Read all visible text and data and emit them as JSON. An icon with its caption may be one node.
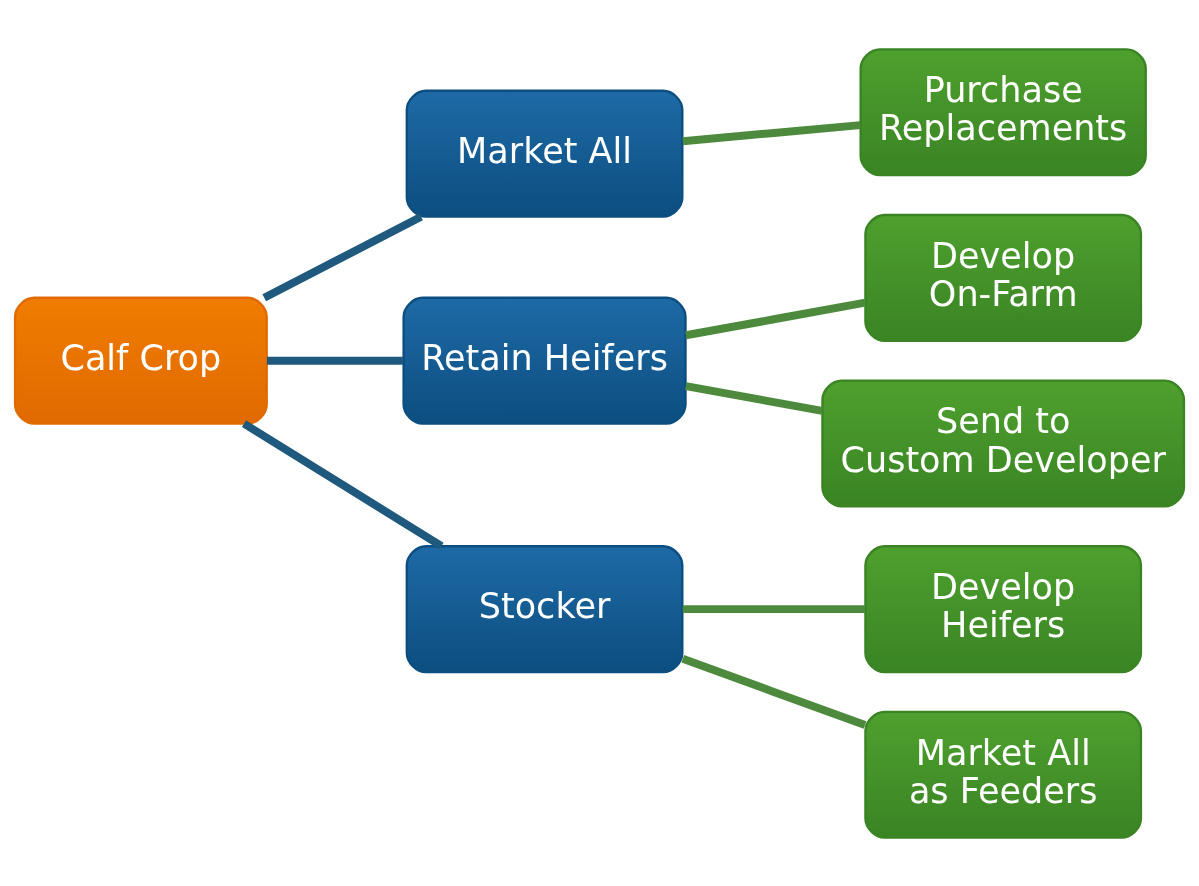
{
  "diagram": {
    "nodes": [
      {
        "text": [
          "Calf Crop"
        ]
      },
      {
        "text": [
          "Market All"
        ]
      },
      {
        "text": [
          "Retain Heifers"
        ]
      },
      {
        "text": [
          "Stocker"
        ]
      },
      {
        "text": [
          "Purchase Replacements"
        ]
      },
      {
        "text": [
          "Develop On-Farm"
        ]
      },
      {
        "text": [
          "Send to Custom Developer"
        ]
      },
      {
        "text": [
          "Develop Heifers"
        ]
      },
      {
        "text": [
          "Market All as Feeders"
        ]
      }
    ],
    "edges": [
      {
        "from": 0,
        "to": 1,
        "arrow": "none",
        "color": "#1f5a7e"
      },
      {
        "from": 0,
        "to": 2,
        "arrow": "none",
        "color": "#1f5a7e"
      },
      {
        "from": 0,
        "to": 3,
        "arrow": "none",
        "color": "#1f5a7e"
      },
      {
        "from": 1,
        "to": 4,
        "arrow": "none"
      },
      {
        "from": 2,
        "to": 5,
        "arrow": "none"
      },
      {
        "from": 2,
        "to": 6,
        "arrow": "none"
      },
      {
        "from": 3,
        "to": 7,
        "arrow": "none"
      },
      {
        "from": 3,
        "to": 8,
        "arrow": "none"
      }
    ]
  }
}
